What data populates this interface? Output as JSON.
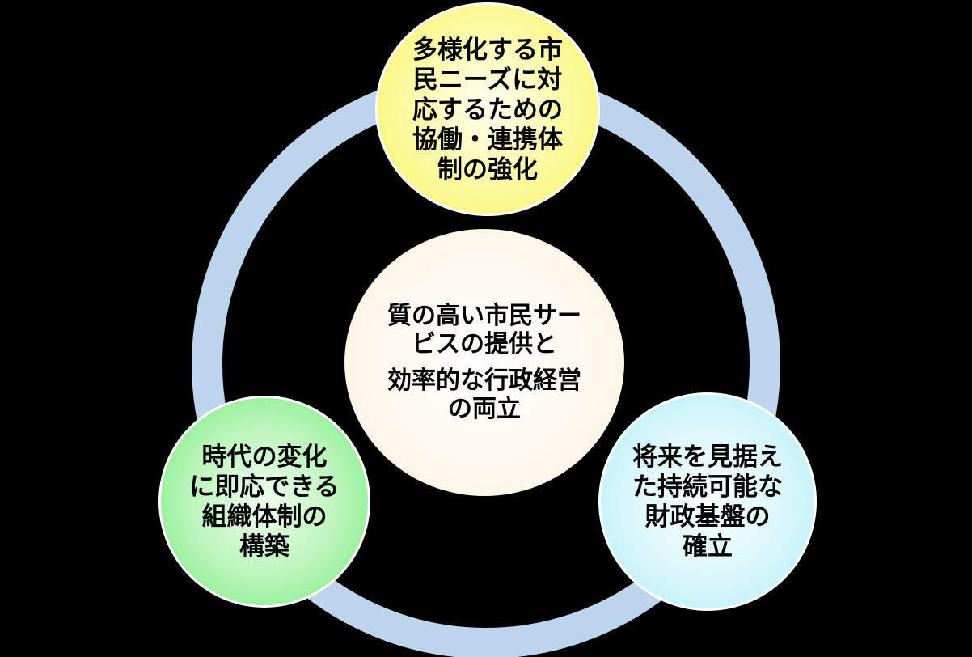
{
  "diagram": {
    "background_color": "#000000",
    "ring": {
      "color": "#BDD5EC"
    },
    "top_circle": {
      "edge_color": "#F7F25F",
      "full_text": "多様化する市民ニーズに対応するための協働・連携体制の強化",
      "lines": [
        "多様化する市",
        "民ニーズに対",
        "応するための",
        "協働・連携体",
        "制の強化"
      ]
    },
    "center_circle": {
      "edge_color": "#FBF0DC",
      "full_text": "質の高い市民サービスの提供と 効率的な行政経営の両立",
      "paragraph1": {
        "lines": [
          "質の高い市民サー",
          "ビスの提供と"
        ]
      },
      "paragraph2": {
        "lines": [
          "効率的な行政経営",
          "の両立"
        ]
      }
    },
    "left_circle": {
      "edge_color": "#70EB78",
      "full_text": "時代の変化に即応できる組織体制の構築",
      "lines": [
        "時代の変化",
        "に即応できる",
        "組織体制の",
        "構築"
      ]
    },
    "right_circle": {
      "edge_color": "#ACEFF8",
      "full_text": "将来を見据えた持続可能な財政基盤の確立",
      "lines": [
        "将来を見据え",
        "た持続可能な",
        "財政基盤の",
        "確立"
      ]
    }
  }
}
